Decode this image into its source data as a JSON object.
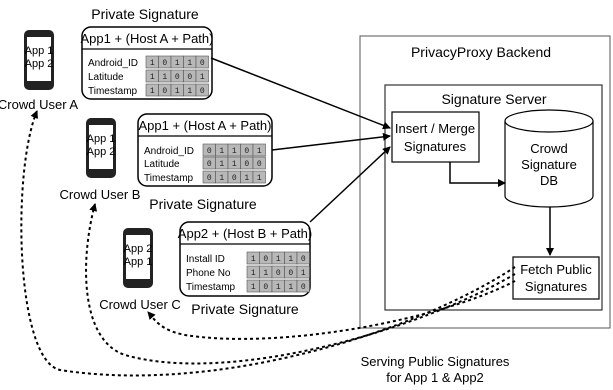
{
  "users": [
    {
      "name": "Crowd User A",
      "apps": [
        "App 1",
        "App 2"
      ]
    },
    {
      "name": "Crowd User B",
      "apps": [
        "App 1",
        "App 2"
      ]
    },
    {
      "name": "Crowd User C",
      "apps": [
        "App 2",
        "App 1"
      ]
    }
  ],
  "signatures": [
    {
      "caption": "Private Signature",
      "header": "App1 + (Host A + Path)",
      "fields": [
        {
          "name": "Android_ID",
          "bits": [
            "1",
            "0",
            "1",
            "1",
            "0"
          ]
        },
        {
          "name": "Latitude",
          "bits": [
            "1",
            "1",
            "0",
            "0",
            "1"
          ]
        },
        {
          "name": "Timestamp",
          "bits": [
            "1",
            "0",
            "1",
            "1",
            "0"
          ]
        }
      ]
    },
    {
      "caption": "Private Signature",
      "header": "App1 + (Host A + Path)",
      "fields": [
        {
          "name": "Android_ID",
          "bits": [
            "0",
            "1",
            "1",
            "0",
            "1"
          ]
        },
        {
          "name": "Latitude",
          "bits": [
            "0",
            "1",
            "1",
            "0",
            "0"
          ]
        },
        {
          "name": "Timestamp",
          "bits": [
            "0",
            "1",
            "0",
            "1",
            "1"
          ]
        }
      ]
    },
    {
      "caption": "Private Signature",
      "header": "App2 + (Host B + Path)",
      "fields": [
        {
          "name": "Install ID",
          "bits": [
            "1",
            "0",
            "1",
            "1",
            "0"
          ]
        },
        {
          "name": "Phone No",
          "bits": [
            "1",
            "1",
            "0",
            "0",
            "1"
          ]
        },
        {
          "name": "Timestamp",
          "bits": [
            "1",
            "0",
            "1",
            "1",
            "0"
          ]
        }
      ]
    }
  ],
  "backend": {
    "title": "PrivacyProxy Backend",
    "server_title": "Signature Server",
    "insert_merge": [
      "Insert / Merge",
      "Signatures"
    ],
    "db": [
      "Crowd",
      "Signature",
      "DB"
    ],
    "fetch": [
      "Fetch Public",
      "Signatures"
    ]
  },
  "serving_label": [
    "Serving Public Signatures",
    "for App 1 & App2"
  ]
}
